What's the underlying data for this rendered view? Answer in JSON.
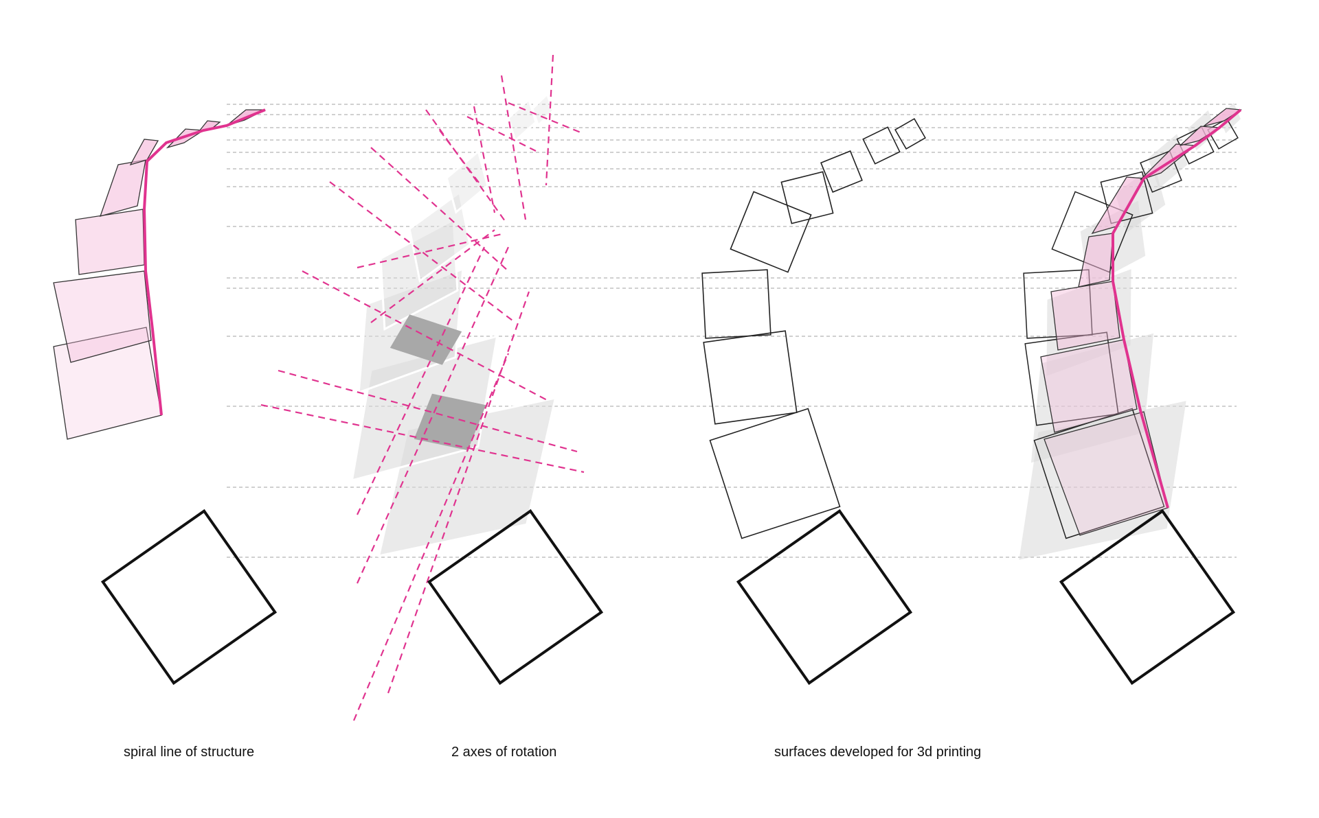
{
  "captions": {
    "spiral": "spiral line of structure",
    "axes": "2 axes of rotation",
    "surfaces": "surfaces developed for 3d printing"
  },
  "colors": {
    "accent_pink": "#e0338f",
    "panel_pink": "#f4b6d8",
    "panel_grey": "#d9d9d9",
    "guide_grey": "#b5b5b5",
    "outline": "#111111"
  }
}
